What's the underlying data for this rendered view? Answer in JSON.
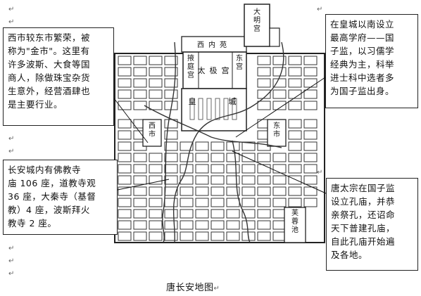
{
  "map": {
    "caption": "唐长安地图",
    "paragraph_mark": "↵",
    "labels": {
      "daming": "大明宫",
      "xineiyuan": "西内苑",
      "yeting": "掖庭宫",
      "taiji": "太极宫",
      "donggong": "东宫",
      "huangcheng_huang": "皇",
      "huangcheng_cheng": "城",
      "xishi": "西市",
      "dongshi": "东市",
      "furong": "芙蓉池"
    }
  },
  "callouts": {
    "west_market": "西市较东市繁荣，被\n称为\"金市\"。这里有\n许多波斯、大食等国\n商人，除做珠宝杂货\n生意外，经营酒肆也\n是主要行业。",
    "imperial_academy": "在皇城以南设立\n最高学府——国\n子监，以习儒学\n经典为主，科举\n进士科中选者多\n为国子监出身。",
    "temples": "长安城内有佛教寺\n庙 106 座，道教寺观\n36 座，大秦寺（基督\n教）4 座，波斯拜火\n教寺 2 座。",
    "confucius_temple": "唐太宗在国子监\n设立孔庙，并恭\n亲祭孔，还诏命\n天下普建孔庙，\n自此孔庙开始遍\n及各地。"
  }
}
